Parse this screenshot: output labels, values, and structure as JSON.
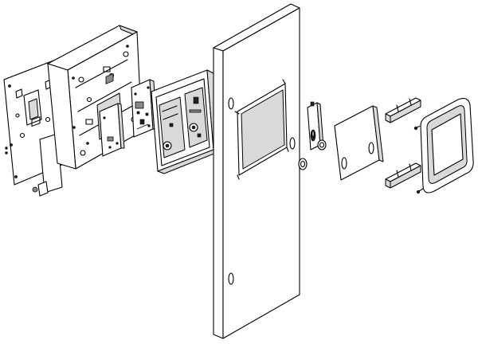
{
  "diagram": {
    "type": "exploded-assembly-view",
    "labels": [],
    "parts": [
      {
        "id": "rear-mounting-plate",
        "icon": "bracket-plate"
      },
      {
        "id": "angled-back-box",
        "icon": "sheet-metal-box"
      },
      {
        "id": "small-circuit-board",
        "icon": "pcb"
      },
      {
        "id": "main-circuit-board",
        "icon": "pcb"
      },
      {
        "id": "display-module",
        "icon": "display-housing"
      },
      {
        "id": "front-door-panel",
        "icon": "door-panel"
      },
      {
        "id": "lock-cylinder",
        "icon": "lock"
      },
      {
        "id": "window-glass",
        "icon": "glass-pane"
      },
      {
        "id": "glass-clip-top",
        "icon": "clip"
      },
      {
        "id": "glass-clip-bottom",
        "icon": "clip"
      },
      {
        "id": "bezel-frame",
        "icon": "frame"
      }
    ],
    "colors": {
      "line": "#000000",
      "background": "#ffffff",
      "shade": "#d9d9d9"
    }
  }
}
